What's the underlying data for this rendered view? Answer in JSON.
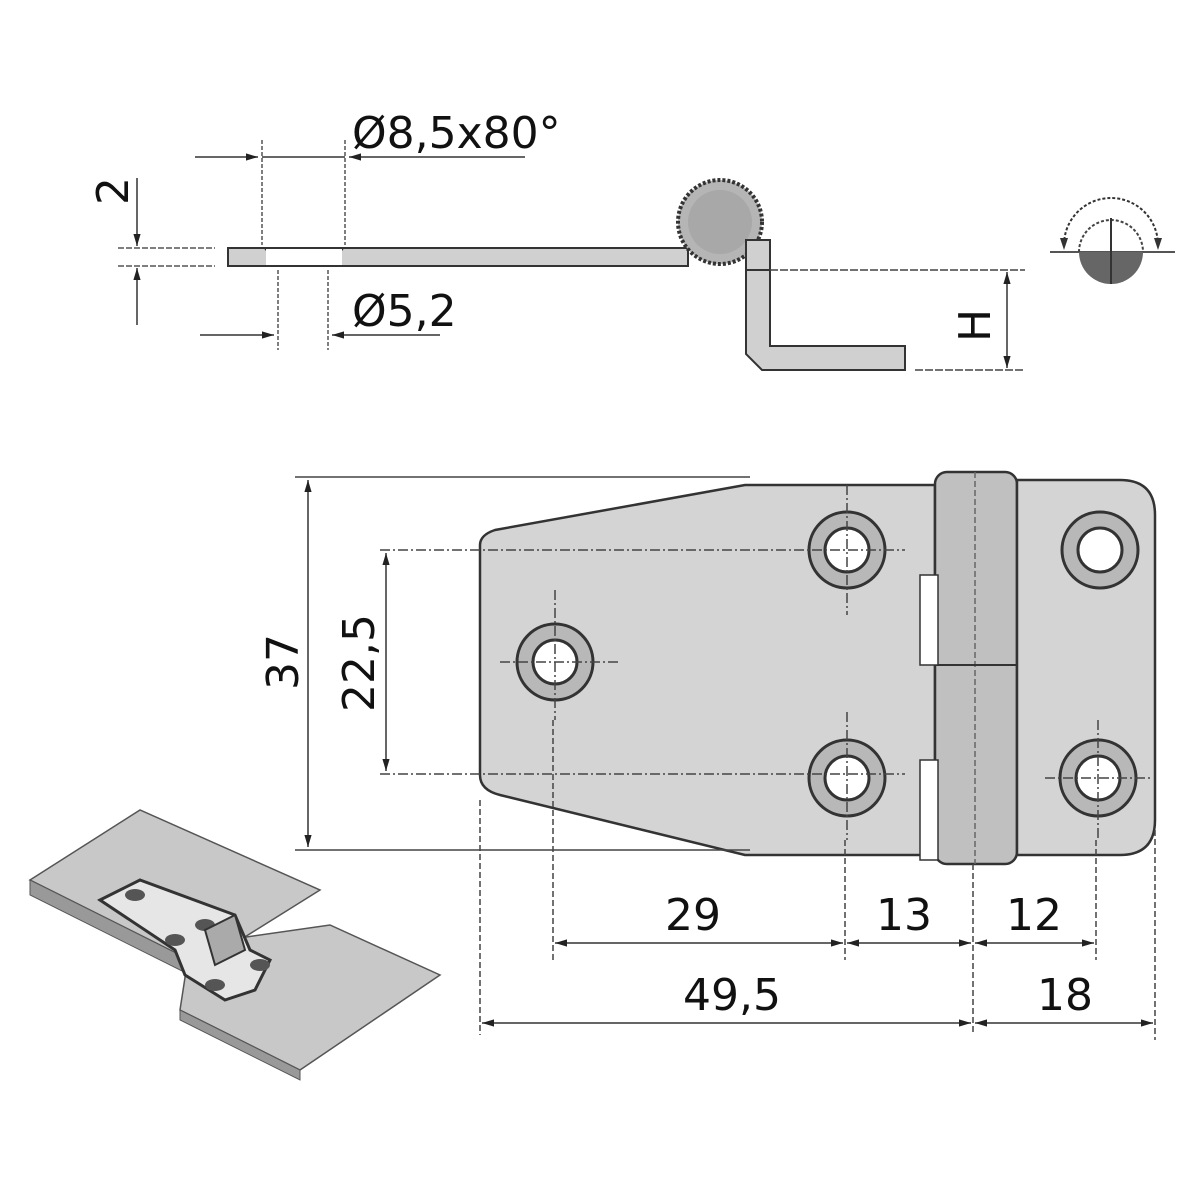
{
  "drawing": {
    "title": "Hinge technical drawing",
    "colors": {
      "line": "#222222",
      "fill": "#cfcfcf",
      "dark_fill": "#8a8a8a",
      "background": "#ffffff"
    }
  },
  "side_view": {
    "countersink_label": "Ø8,5x80°",
    "hole_label": "Ø5,2",
    "thickness_label": "2",
    "offset_label": "H"
  },
  "rotation_icon": {
    "name": "rotation-symbol"
  },
  "top_view": {
    "height_label": "37",
    "hole_spacing_vertical_label": "22,5",
    "dim_29": "29",
    "dim_13": "13",
    "dim_12": "12",
    "dim_49_5": "49,5",
    "dim_18": "18"
  },
  "isometric_view": {
    "name": "mounted-hinge-illustration"
  }
}
